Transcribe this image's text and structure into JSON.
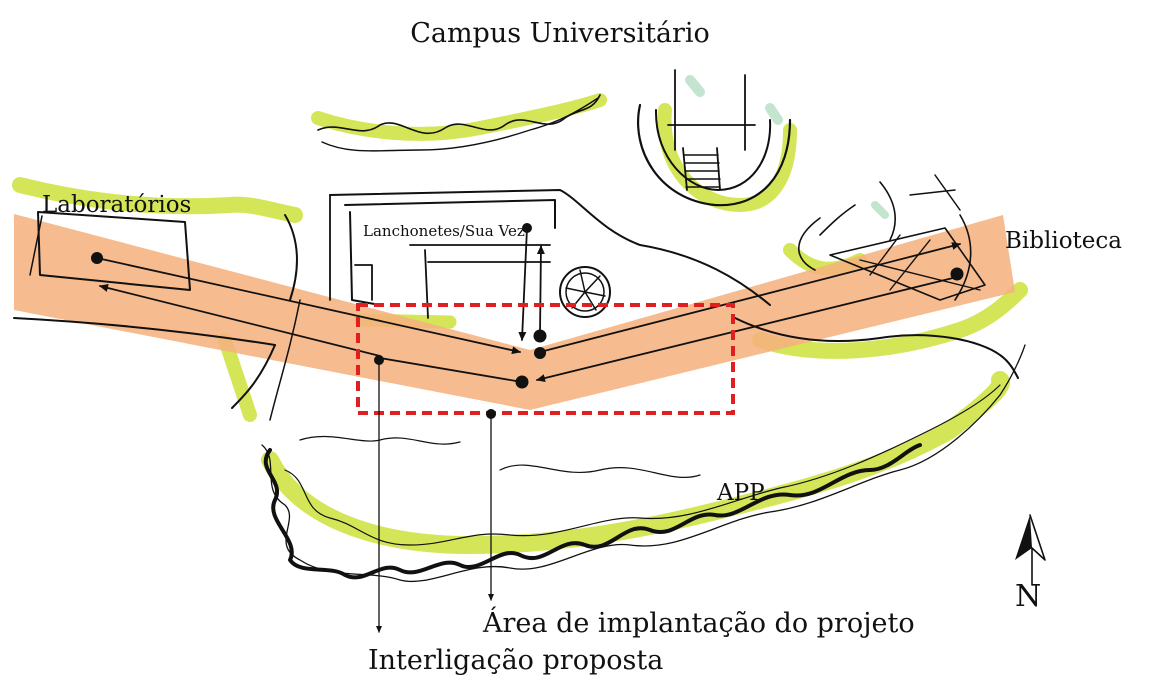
{
  "title": "Campus Universitário",
  "labels": {
    "laboratorios": "Laboratórios",
    "lanchonetes": "Lanchonetes/Sua Vez",
    "biblioteca": "Biblioteca",
    "app": "APP",
    "area_projeto": "Área de implantação do projeto",
    "interligacao": "Interligação proposta",
    "north": "N"
  },
  "colors": {
    "corridor": "#f5b27e",
    "vegetation_highlight": "#cde23a",
    "project_area_border": "#e02020",
    "ink": "#111111"
  },
  "icons": [
    "north-arrow-icon",
    "tree-icon",
    "stairs-icon"
  ]
}
